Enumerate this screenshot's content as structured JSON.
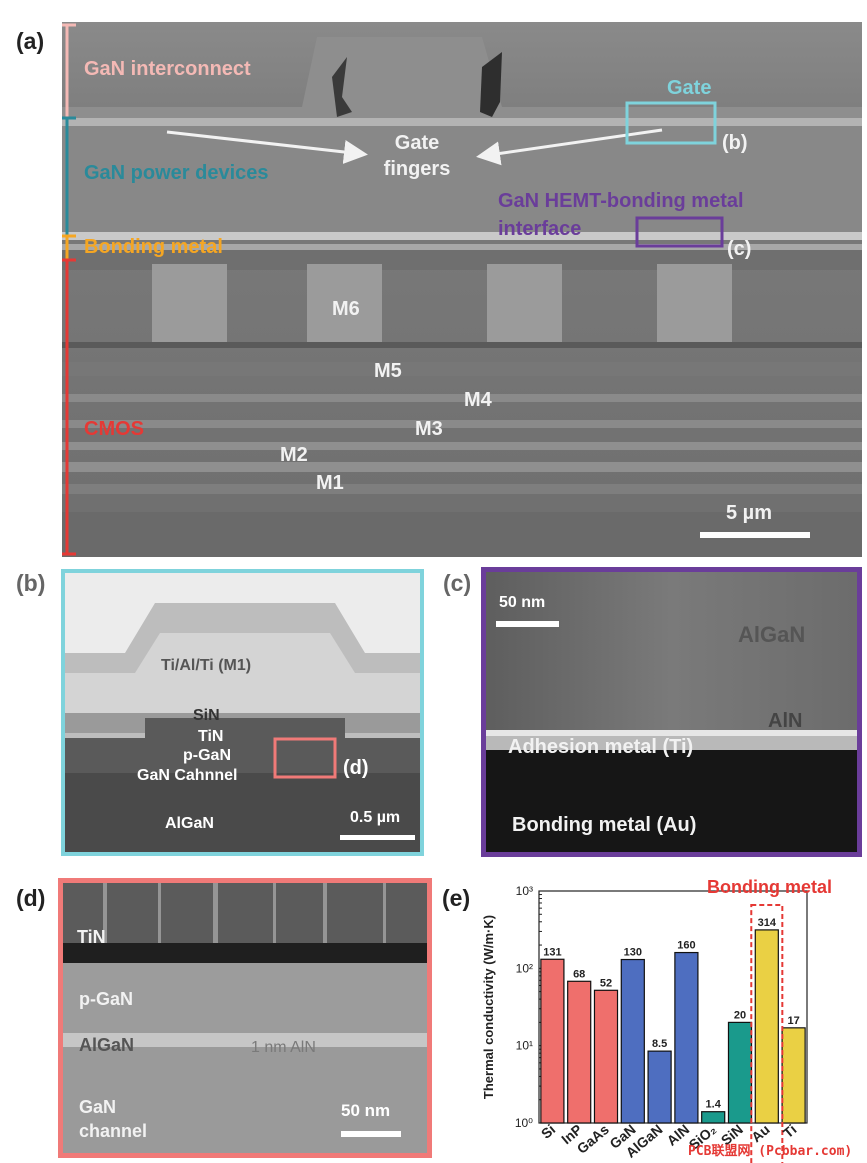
{
  "panel_a": {
    "panel_label": "(a)",
    "layers": {
      "interconnect": "GaN interconnect",
      "power": "GaN power devices",
      "bonding": "Bonding metal",
      "cmos": "CMOS"
    },
    "gate": "Gate",
    "gate_fingers": "Gate\nfingers",
    "interface": "GaN HEMT-bonding metal\ninterface",
    "ref_b": "(b)",
    "ref_c": "(c)",
    "metals": [
      "M6",
      "M5",
      "M4",
      "M3",
      "M2",
      "M1"
    ],
    "scale": "5 µm",
    "colors": {
      "interconnect": "#f4b9b5",
      "power": "#2a8a9a",
      "bonding": "#f5a623",
      "cmos": "#e53935",
      "gate_box": "#7fd3dc",
      "iface_box": "#6a3d9a"
    }
  },
  "panel_b": {
    "panel_label": "(b)",
    "m1": "Ti/Al/Ti (M1)",
    "sin": "SiN",
    "tin": "TiN",
    "pgan": "p-GaN",
    "channel": "GaN Cahnnel",
    "algan": "AlGaN",
    "ref_d": "(d)",
    "scale": "0.5 µm",
    "border": "#7fd3dc"
  },
  "panel_c": {
    "panel_label": "(c)",
    "scale": "50 nm",
    "algan": "AlGaN",
    "aln": "AlN",
    "adhesion": "Adhesion metal (Ti)",
    "bonding": "Bonding metal (Au)",
    "border": "#6a3d9a"
  },
  "panel_d": {
    "panel_label": "(d)",
    "tin": "TiN",
    "pgan": "p-GaN",
    "algan": "AlGaN",
    "aln": "1 nm AlN",
    "channel": "GaN\nchannel",
    "scale": "50 nm",
    "border": "#f07a78"
  },
  "panel_e": {
    "panel_label": "(e)",
    "annotation": "Bonding metal",
    "watermark": "PCB联盟网 (Pcbbar.com)"
  },
  "chart_data": {
    "type": "bar",
    "ylabel": "Thermal conductivity (W/m·K)",
    "yscale": "log",
    "ylim": [
      1,
      1000
    ],
    "yticks": [
      "10⁰",
      "10¹",
      "10²",
      "10³"
    ],
    "categories": [
      "Si",
      "InP",
      "GaAs",
      "GaN",
      "AlGaN",
      "AlN",
      "SiO₂",
      "SiN",
      "Au",
      "Ti"
    ],
    "values": [
      131,
      68,
      52,
      130,
      8.5,
      160,
      1.4,
      20,
      314,
      17
    ],
    "value_labels": [
      "131",
      "68",
      "52",
      "130",
      "8.5",
      "160",
      "1.4",
      "20",
      "314",
      "17"
    ],
    "colors": [
      "#ef6f6c",
      "#ef6f6c",
      "#ef6f6c",
      "#4e6ec0",
      "#4e6ec0",
      "#4e6ec0",
      "#1a9a8c",
      "#1a9a8c",
      "#ead044",
      "#ead044"
    ],
    "highlight": {
      "label": "Bonding metal",
      "category": "Au",
      "color": "#e53935"
    },
    "grid": false
  }
}
